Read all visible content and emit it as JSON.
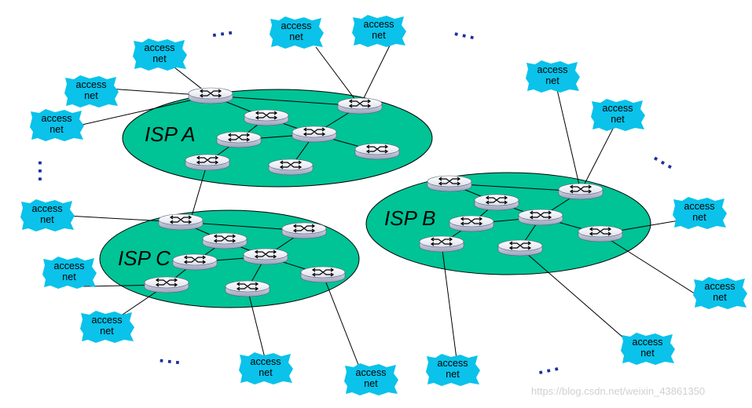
{
  "isps": [
    {
      "id": "A",
      "label": "ISP A"
    },
    {
      "id": "B",
      "label": "ISP B"
    },
    {
      "id": "C",
      "label": "ISP C"
    }
  ],
  "access_net": {
    "line1": "access",
    "line2": "net",
    "color": "#0ac2ea"
  },
  "ellipse_color": "#00c396",
  "ellipsis_glyph": "...",
  "watermark": "https://blog.csdn.net/weixin_43861350"
}
